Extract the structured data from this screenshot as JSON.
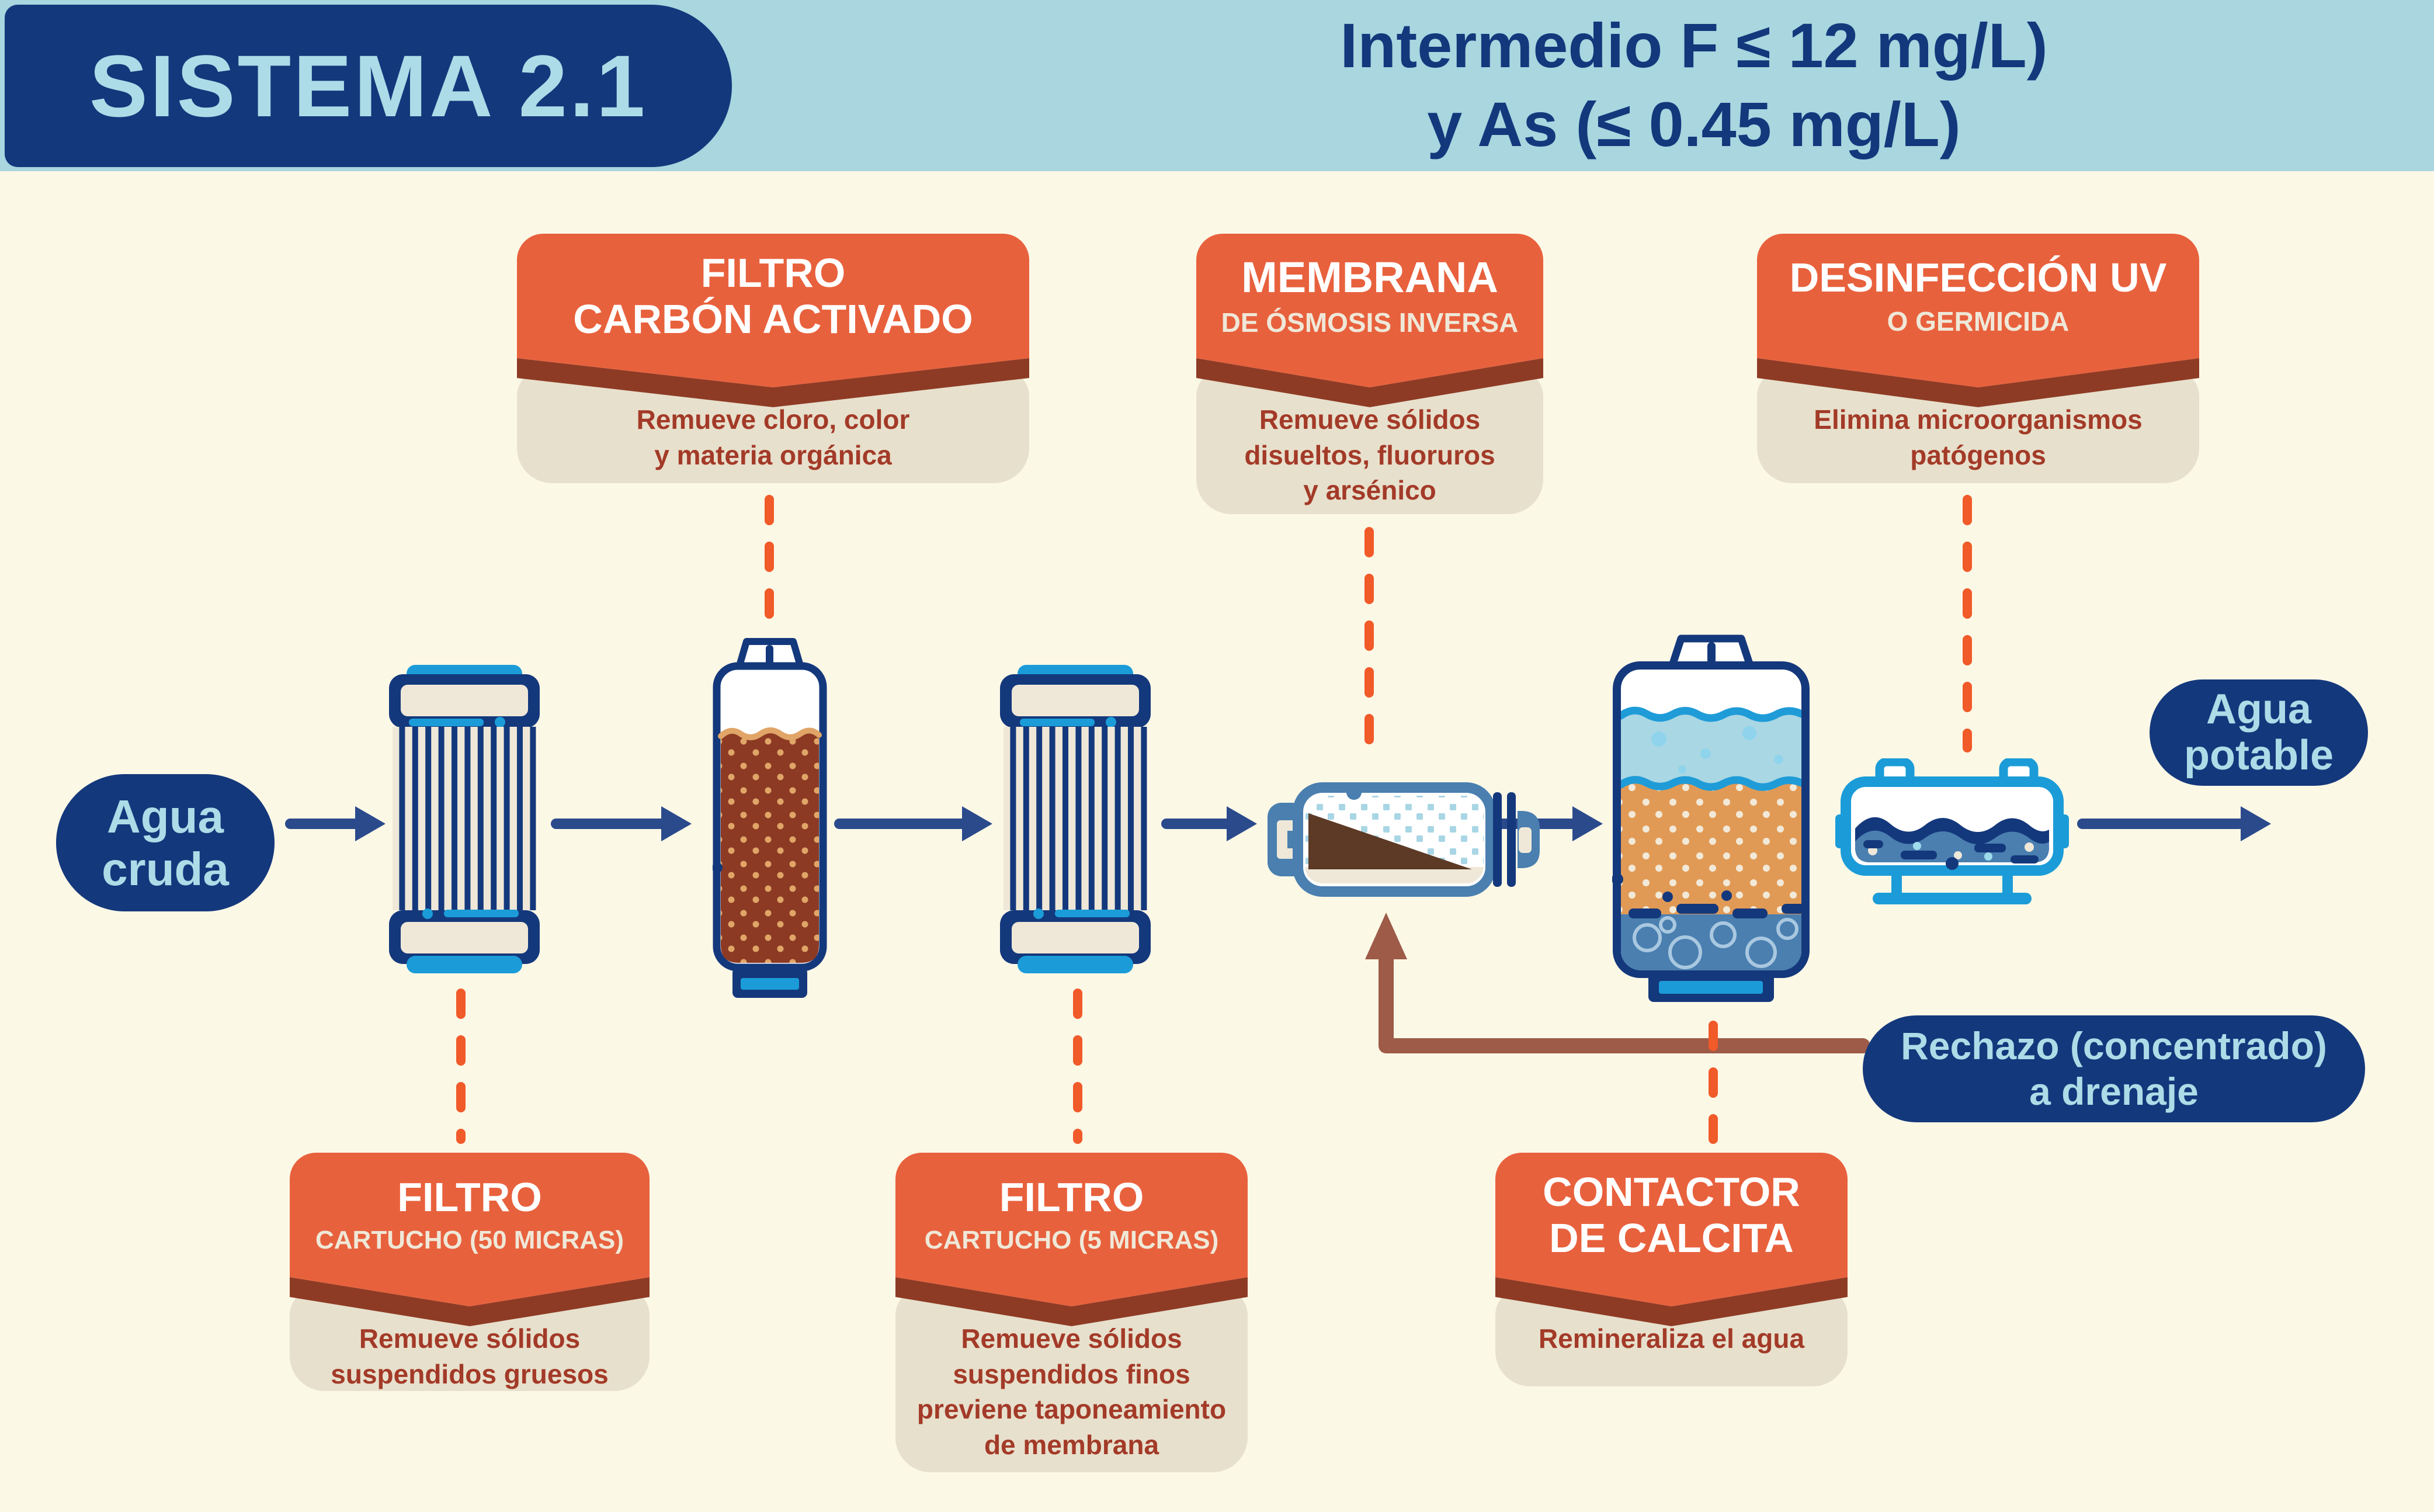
{
  "header": {
    "system": "SISTEMA 2.1",
    "title_line1": "Intermedio F ≤ 12 mg/L)",
    "title_line2": "y As (≤ 0.45 mg/L)"
  },
  "labels": {
    "carbon": {
      "title": "FILTRO",
      "subtitle": "CARBÓN ACTIVADO",
      "body": "Remueve cloro, color\ny materia orgánica"
    },
    "membrane": {
      "title": "MEMBRANA",
      "subtitle": "DE ÓSMOSIS INVERSA",
      "body": "Remueve sólidos\ndisueltos, fluoruros\ny arsénico"
    },
    "uv": {
      "title": "DESINFECCIÓN UV",
      "subtitle": "O GERMICIDA",
      "body": "Elimina microorganismos\npatógenos"
    },
    "filter50": {
      "title": "FILTRO",
      "subtitle": "CARTUCHO (50 MICRAS)",
      "body": "Remueve sólidos\nsuspendidos gruesos"
    },
    "filter5": {
      "title": "FILTRO",
      "subtitle": "CARTUCHO (5 MICRAS)",
      "body": "Remueve sólidos\nsuspendidos finos\npreviene taponeamiento\nde membrana"
    },
    "calcite": {
      "title": "CONTACTOR",
      "subtitle": "DE CALCITA",
      "body": "Remineraliza el agua"
    }
  },
  "pills": {
    "source": "Agua\ncruda",
    "output": "Agua\npotable",
    "reject": "Rechazo (concentrado)\na drenaje"
  },
  "icons": {
    "flow-arrow-icon": "→",
    "reject-arrow-icon": "↑",
    "dashed-connector-icon": "┊"
  },
  "colors": {
    "bg_cream": "#FCF8E6",
    "header_band": "#A9D6DF",
    "navy": "#14387C",
    "arrow_navy": "#2B4A8C",
    "pill_text_blue": "#ACDCE7",
    "label_orange": "#E8613D",
    "band_brown": "#8E3B25",
    "body_beige": "#E7E0CC",
    "body_text_red": "#A33A28",
    "dash_orange": "#F15A29",
    "reject_brown": "#9D5B48",
    "cyan": "#1B9CD8",
    "steel_blue": "#4A7FB0",
    "water_blue": "#AAD7E4",
    "media_orange": "#E19A55",
    "media_brown": "#8C3A24",
    "cream": "#EFE8D8"
  }
}
